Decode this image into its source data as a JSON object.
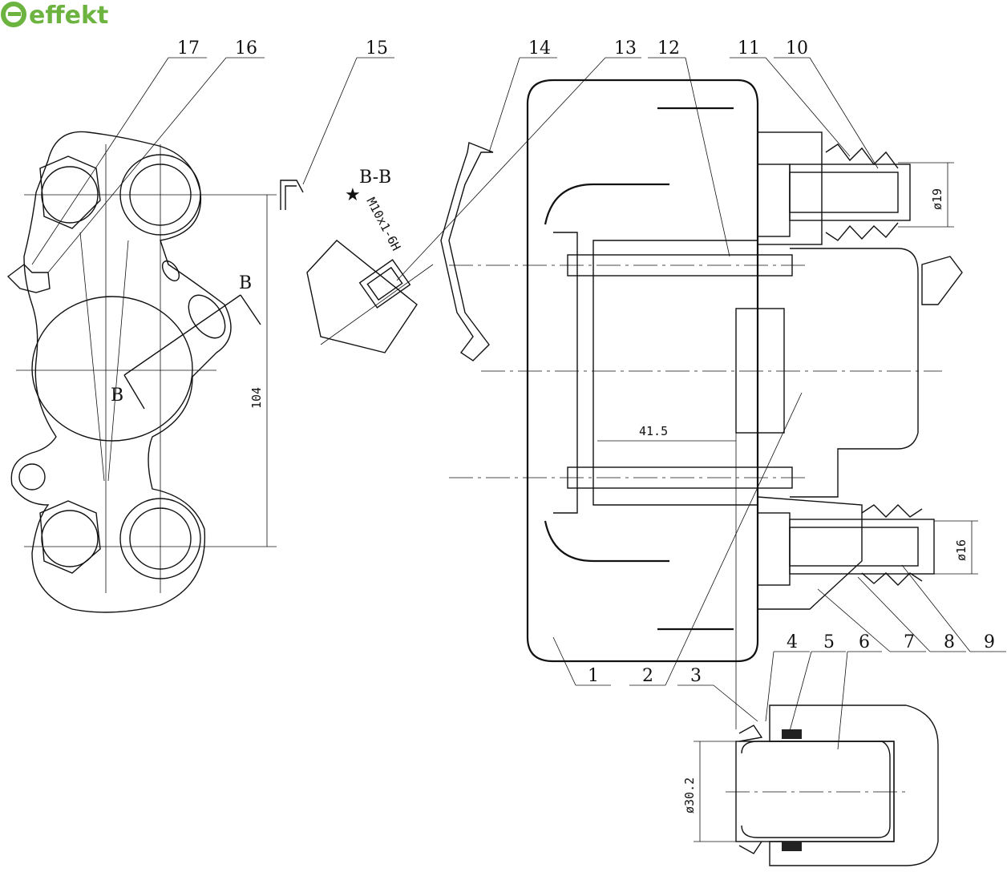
{
  "logo": {
    "text": "effekt",
    "color": "#6cb33f"
  },
  "section": {
    "title": "B-B",
    "marker": "★",
    "thread": "M10x1-6H",
    "cut_label_top": "B",
    "cut_label_bottom": "B"
  },
  "dimensions": {
    "height": "104",
    "pin_length": "41.5",
    "dia_top": "ø19",
    "dia_bottom": "ø16",
    "dia_piston": "ø30.2"
  },
  "labels": [
    "1",
    "2",
    "3",
    "4",
    "5",
    "6",
    "7",
    "8",
    "9",
    "10",
    "11",
    "12",
    "13",
    "14",
    "15",
    "16",
    "17"
  ]
}
